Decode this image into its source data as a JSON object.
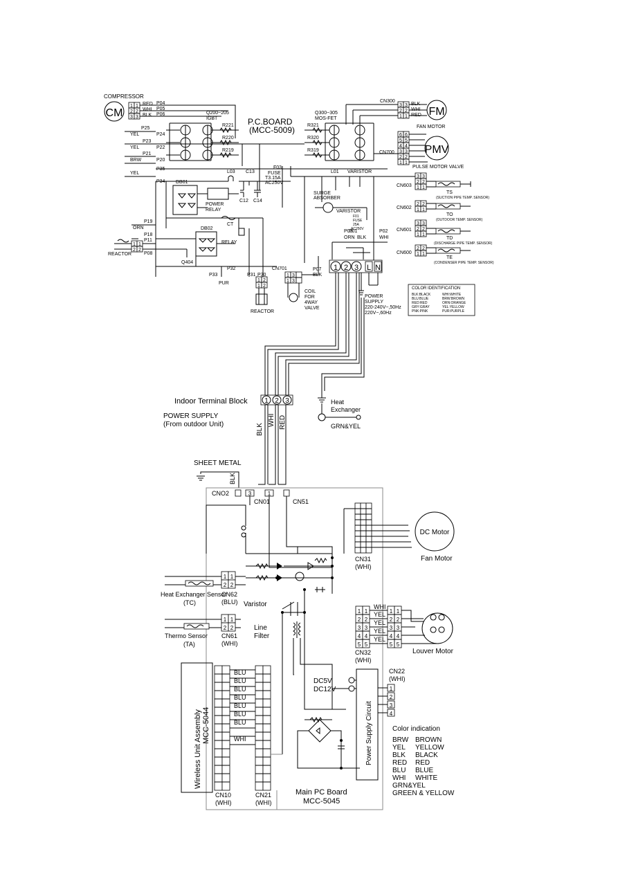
{
  "outdoor": {
    "compressor_label": "COMPRESSOR",
    "cm": "CM",
    "fm": "FM",
    "pmv": "PMV",
    "board_title_1": "P.C.BOARD",
    "board_title_2": "(MCC-5009)",
    "fan_motor_label": "FAN MOTOR",
    "pmv_label": "PULSE MOTOR VALVE",
    "igbt_1": "Q200~205",
    "igbt_2": "IGBT",
    "mosfet_1": "Q300~305",
    "mosfet_2": "MOS-FET",
    "pins": [
      "P04",
      "P05",
      "P06",
      "P25",
      "P24",
      "P23",
      "P22",
      "P21",
      "P20",
      "P35",
      "P34",
      "P19",
      "P18",
      "P11",
      "P08",
      "P33",
      "P32",
      "P31",
      "P30",
      "P07",
      "P03",
      "P01",
      "P02"
    ],
    "resistors": [
      "R221",
      "R220",
      "R219",
      "R321",
      "R320",
      "R319"
    ],
    "comp_wires": [
      "RED",
      "WHI",
      "BLK"
    ],
    "left_wires": [
      "YEL",
      "YEL",
      "BRW",
      "YEL",
      "ORN"
    ],
    "fan_wires": [
      "BLK",
      "WHI",
      "RED"
    ],
    "connectors": [
      "CN300",
      "CN700",
      "CN603",
      "CN602",
      "CN601",
      "CN600",
      "CN701"
    ],
    "sensors": [
      {
        "name": "TS",
        "desc": "(SUCTION PIPE TEMP. SENSOR)"
      },
      {
        "name": "TO",
        "desc": "(OUTDOOR TEMP. SENSOR)"
      },
      {
        "name": "TD",
        "desc": "(DISCHARGE PIPE TEMP. SENSOR)"
      },
      {
        "name": "TE",
        "desc": "(CONDENSER PIPE TEMP. SENSOR)"
      }
    ],
    "parts": {
      "l03": "L03",
      "c13": "C13",
      "c12": "C12",
      "c14": "C14",
      "f03": "F03",
      "fuse_1": "FUSE",
      "fuse_2": "T3.15A",
      "fuse_3": "AC250V",
      "l01": "L01",
      "varistor": "VARISTOR",
      "surge_1": "SURGE",
      "surge_2": "ABSORBER",
      "f01_1": "F01",
      "f01_2": "FUSE",
      "f01_3": "25A",
      "f01_4": "AC250V",
      "db01": "DB01",
      "db02": "DB02",
      "power_relay_1": "POWER",
      "power_relay_2": "RELAY",
      "ct": "CT",
      "relay": "RELAY",
      "q404": "Q404",
      "reactor": "REACTOR",
      "pur": "PUR",
      "coil_1": "COIL",
      "coil_2": "FOR",
      "coil_3": "4WAY",
      "coil_4": "VALVE",
      "orn": "ORN",
      "blk": "BLK",
      "whi": "WHI",
      "blk2": "BLK"
    },
    "terminals": [
      "1",
      "2",
      "3",
      "L",
      "N"
    ],
    "power_supply": [
      "POWER",
      "SUPPLY",
      "220-240V~,50Hz",
      "220V~,60Hz"
    ],
    "color_id": {
      "title": "COLOR IDENTIFICATION",
      "left": [
        "BLK:BLACK",
        "BLU:BLUE",
        "RED:RED",
        "GRY:GRAY",
        "PNK:PINK"
      ],
      "right": [
        "WHI:WHITE",
        "BRW:BROWN",
        "ORN:ORANGE",
        "YEL:YELLOW",
        "PUR:PURPLE"
      ]
    }
  },
  "indoor": {
    "terminal_block": "Indoor Terminal Block",
    "tb_numbers": [
      "1",
      "2",
      "3"
    ],
    "power_supply_1": "POWER SUPPLY",
    "power_supply_2": "(From outdoor Unit)",
    "wire_blk": "BLK",
    "wire_whi": "WHI",
    "wire_red": "RED",
    "heat_ex_1": "Heat",
    "heat_ex_2": "Exchanger",
    "grn_yel": "GRN&YEL",
    "sheet_metal": "SHEET METAL",
    "sheet_blk": "BLK",
    "cn02": "CNO2",
    "cn01": "CN01",
    "cn01_pins": [
      "3",
      "1"
    ],
    "cn51": "CN51",
    "dc_motor": "DC Motor",
    "fan_motor": "Fan Motor",
    "cn31": "CN31",
    "cn31_color": "(WHI)",
    "hx_sensor": "Heat Exchanger Sensor",
    "tc": "(TC)",
    "cn62": "CN62",
    "cn62_color": "(BLU)",
    "varistor": "Varistor",
    "line_filter_1": "Line",
    "line_filter_2": "Filter",
    "thermo_sensor": "Thermo Sensor",
    "ta": "(TA)",
    "cn61": "CN61",
    "cn61_color": "(WHI)",
    "louver_wires": [
      "WHI",
      "YEL",
      "YEL",
      "YEL",
      "YEL"
    ],
    "louver_motor": "Louver Motor",
    "cn32": "CN32",
    "cn32_color": "(WHI)",
    "cn22": "CN22",
    "cn22_color": "(WHI)",
    "cn22_pins": [
      "1",
      "2",
      "3",
      "4"
    ],
    "dc5v": "DC5V",
    "dc12v": "DC12V",
    "psc": "Power Supply Circuit",
    "wireless_1": "Wireless Unit Assembly",
    "wireless_2": "MCC-5044",
    "cn10_wires": [
      "BLU",
      "BLU",
      "BLU",
      "BLU",
      "BLU",
      "BLU",
      "BLU",
      "WHI"
    ],
    "cn10": "CN10",
    "cn10_color": "(WHI)",
    "cn21": "CN21",
    "cn21_color": "(WHI)",
    "main_pc_1": "Main PC Board",
    "main_pc_2": "MCC-5045",
    "color_title": "Color indication",
    "color_codes": [
      [
        "BRW",
        "BROWN"
      ],
      [
        "YEL",
        "YELLOW"
      ],
      [
        "BLK",
        "BLACK"
      ],
      [
        "RED",
        "RED"
      ],
      [
        "BLU",
        "BLUE"
      ],
      [
        "WHI",
        "WHITE"
      ]
    ],
    "color_grn_1": "GRN&YEL",
    "color_grn_2": "GREEN & YELLOW"
  }
}
